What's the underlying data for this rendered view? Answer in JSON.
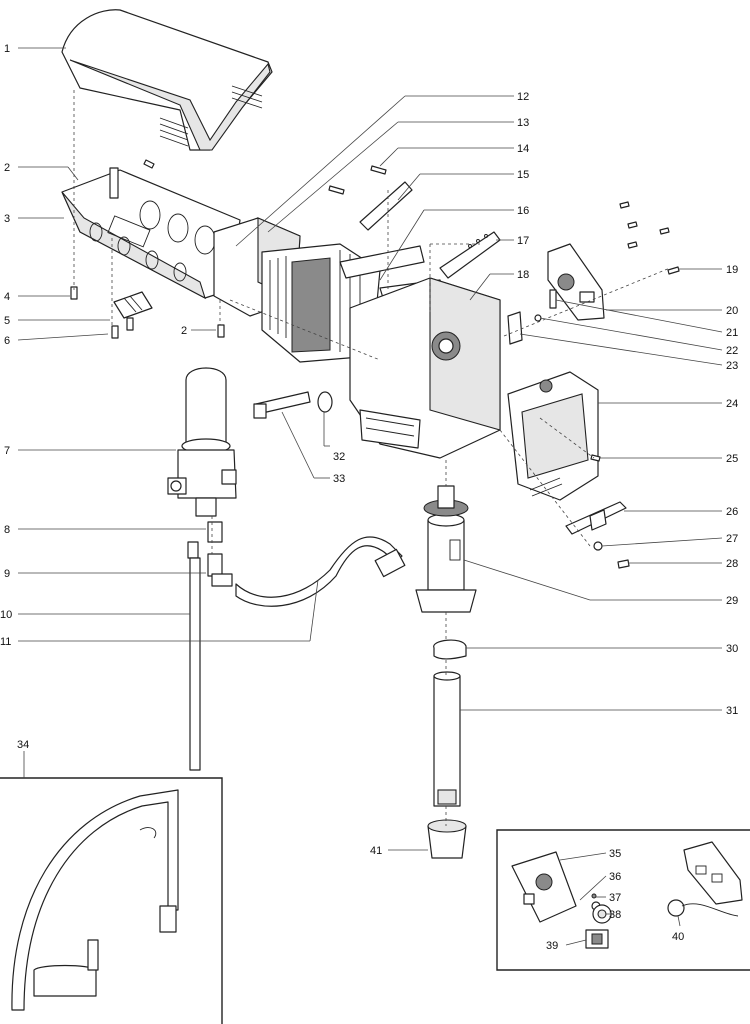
{
  "callouts": [
    {
      "id": "c1",
      "text": "1"
    },
    {
      "id": "c2a",
      "text": "2"
    },
    {
      "id": "c2b",
      "text": "2"
    },
    {
      "id": "c3",
      "text": "3"
    },
    {
      "id": "c4",
      "text": "4"
    },
    {
      "id": "c5",
      "text": "5"
    },
    {
      "id": "c6",
      "text": "6"
    },
    {
      "id": "c7",
      "text": "7"
    },
    {
      "id": "c8",
      "text": "8"
    },
    {
      "id": "c9",
      "text": "9"
    },
    {
      "id": "c10",
      "text": "10"
    },
    {
      "id": "c11",
      "text": "11"
    },
    {
      "id": "c12",
      "text": "12"
    },
    {
      "id": "c13",
      "text": "13"
    },
    {
      "id": "c14",
      "text": "14"
    },
    {
      "id": "c15",
      "text": "15"
    },
    {
      "id": "c16",
      "text": "16"
    },
    {
      "id": "c17",
      "text": "17"
    },
    {
      "id": "c18",
      "text": "18"
    },
    {
      "id": "c19",
      "text": "19"
    },
    {
      "id": "c20",
      "text": "20"
    },
    {
      "id": "c21",
      "text": "21"
    },
    {
      "id": "c22",
      "text": "22"
    },
    {
      "id": "c23",
      "text": "23"
    },
    {
      "id": "c24",
      "text": "24"
    },
    {
      "id": "c25",
      "text": "25"
    },
    {
      "id": "c26",
      "text": "26"
    },
    {
      "id": "c27",
      "text": "27"
    },
    {
      "id": "c28",
      "text": "28"
    },
    {
      "id": "c29",
      "text": "29"
    },
    {
      "id": "c30",
      "text": "30"
    },
    {
      "id": "c31",
      "text": "31"
    },
    {
      "id": "c32",
      "text": "32"
    },
    {
      "id": "c33",
      "text": "33"
    },
    {
      "id": "c34",
      "text": "34"
    },
    {
      "id": "c35",
      "text": "35"
    },
    {
      "id": "c36",
      "text": "36"
    },
    {
      "id": "c37",
      "text": "37"
    },
    {
      "id": "c38",
      "text": "38"
    },
    {
      "id": "c39",
      "text": "39"
    },
    {
      "id": "c40",
      "text": "40"
    },
    {
      "id": "c41",
      "text": "41"
    }
  ]
}
